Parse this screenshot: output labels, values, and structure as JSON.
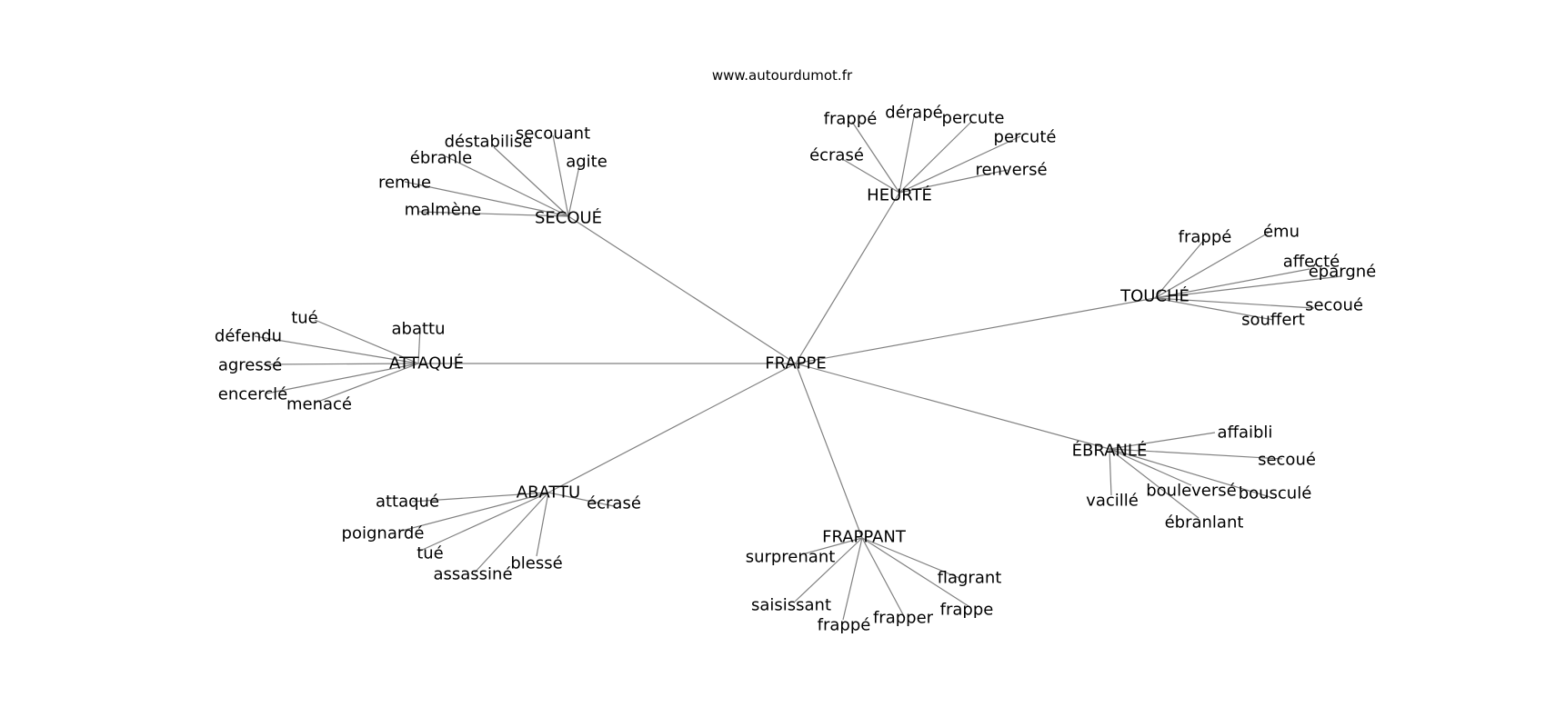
{
  "site": "www.autourdumot.fr",
  "root": "FRAPPE",
  "hubs": [
    {
      "id": "secoue",
      "label": "SECOUÉ",
      "leaves": [
        "secouant",
        "déstabilise",
        "ébranle",
        "agite",
        "remue",
        "malmène"
      ]
    },
    {
      "id": "heurte",
      "label": "HEURTÉ",
      "leaves": [
        "frappé",
        "dérapé",
        "percute",
        "percuté",
        "écrasé",
        "renversé"
      ]
    },
    {
      "id": "touche",
      "label": "TOUCHÉ",
      "leaves": [
        "frappé",
        "ému",
        "affecté",
        "épargné",
        "secoué",
        "souffert"
      ]
    },
    {
      "id": "ebranle",
      "label": "ÉBRANLÉ",
      "leaves": [
        "affaibli",
        "secoué",
        "bouleversé",
        "bousculé",
        "vacillé",
        "ébranlant"
      ]
    },
    {
      "id": "frappant",
      "label": "FRAPPANT",
      "leaves": [
        "surprenant",
        "flagrant",
        "saisissant",
        "frappe",
        "frappé",
        "frapper"
      ]
    },
    {
      "id": "abattu",
      "label": "ABATTU",
      "leaves": [
        "attaqué",
        "écrasé",
        "poignardé",
        "tué",
        "blessé",
        "assassiné"
      ]
    },
    {
      "id": "attaque",
      "label": "ATTAQUÉ",
      "leaves": [
        "tué",
        "abattu",
        "défendu",
        "agressé",
        "encerclé",
        "menacé"
      ]
    }
  ]
}
